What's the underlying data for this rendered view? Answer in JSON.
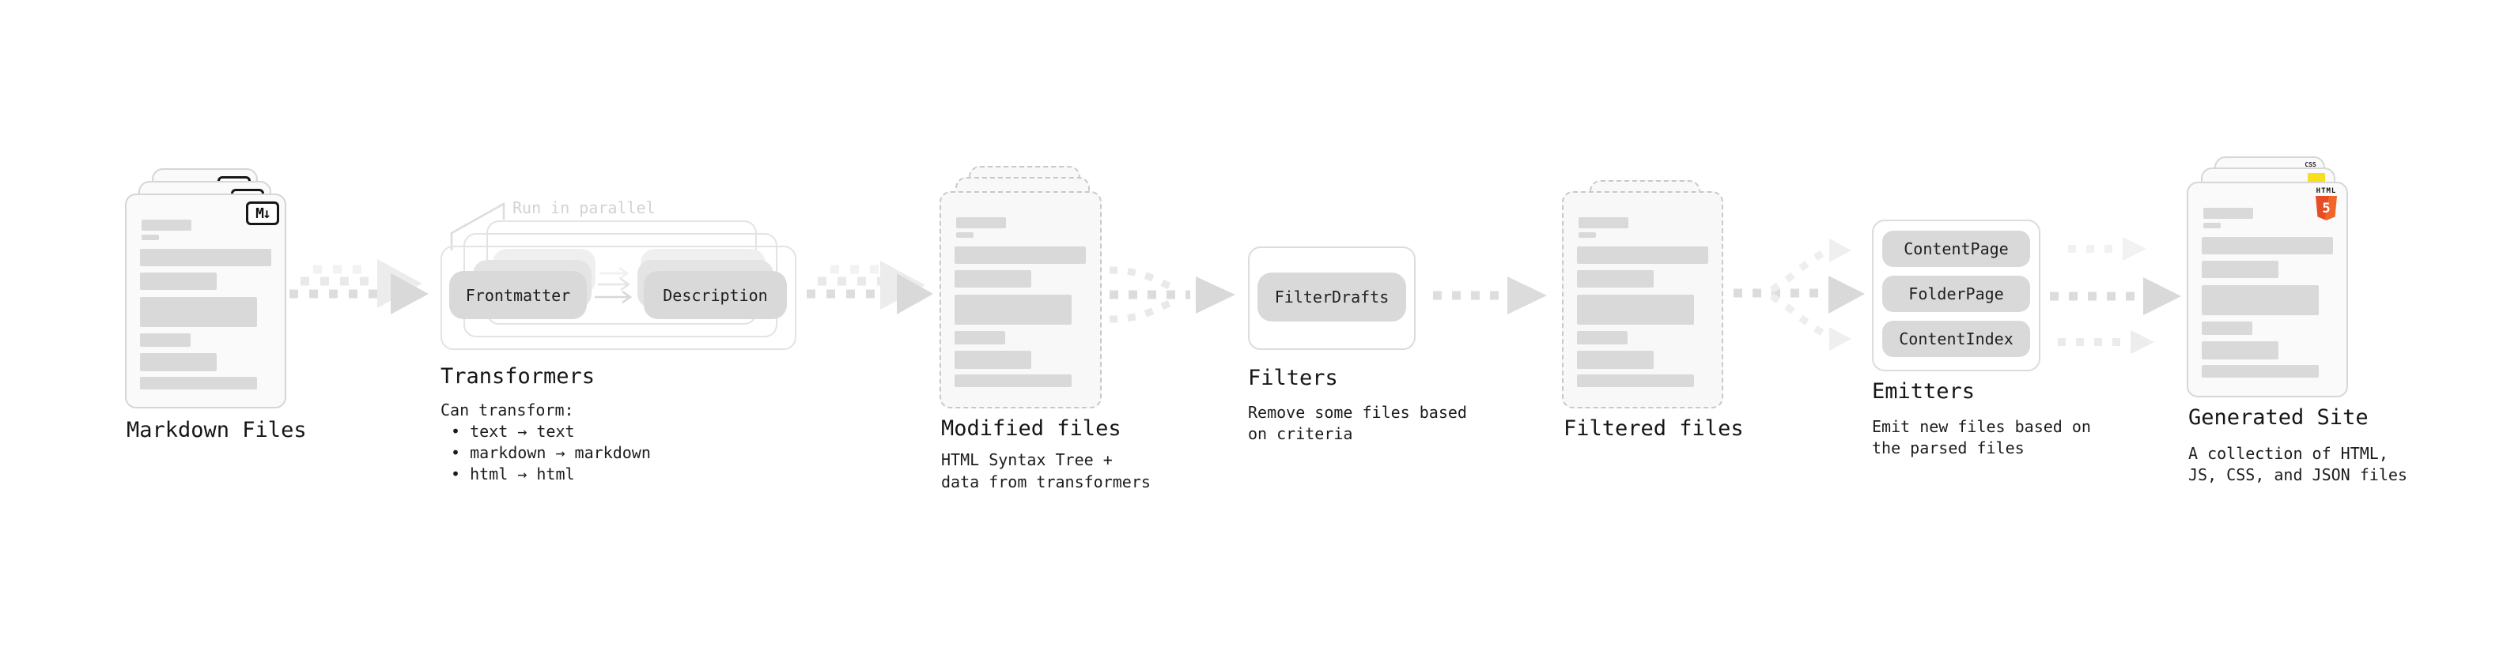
{
  "stages": {
    "markdown_files": {
      "label": "Markdown Files",
      "badge": "M↓"
    },
    "transformers": {
      "label": "Transformers",
      "annotation": "Run in parallel",
      "pills": [
        "Frontmatter",
        "Description"
      ],
      "desc": [
        "Can transform:",
        "• text → text",
        "• markdown → markdown",
        "• html → html"
      ]
    },
    "modified_files": {
      "label": "Modified files",
      "desc": [
        "HTML Syntax Tree +",
        "data from transformers"
      ]
    },
    "filters": {
      "label": "Filters",
      "pills": [
        "FilterDrafts"
      ],
      "desc": [
        "Remove some files based",
        "on criteria"
      ]
    },
    "filtered_files": {
      "label": "Filtered files"
    },
    "emitters": {
      "label": "Emitters",
      "pills": [
        "ContentPage",
        "FolderPage",
        "ContentIndex"
      ],
      "desc": [
        "Emit new files based on",
        "the parsed files"
      ]
    },
    "generated_site": {
      "label": "Generated Site",
      "css_badge": "CSS",
      "html_badge_word": "HTML",
      "html_badge_number": "5",
      "desc": [
        "A collection of HTML,",
        "JS, CSS, and JSON files"
      ]
    }
  },
  "colors": {
    "html5_orange": "#e44d26",
    "js_yellow": "#f7df1e",
    "css_blue": "#2c63e7",
    "placeholder_gray": "#d9d9d9",
    "text": "#1c1c1c",
    "annotation_gray": "#d2d2d2"
  }
}
